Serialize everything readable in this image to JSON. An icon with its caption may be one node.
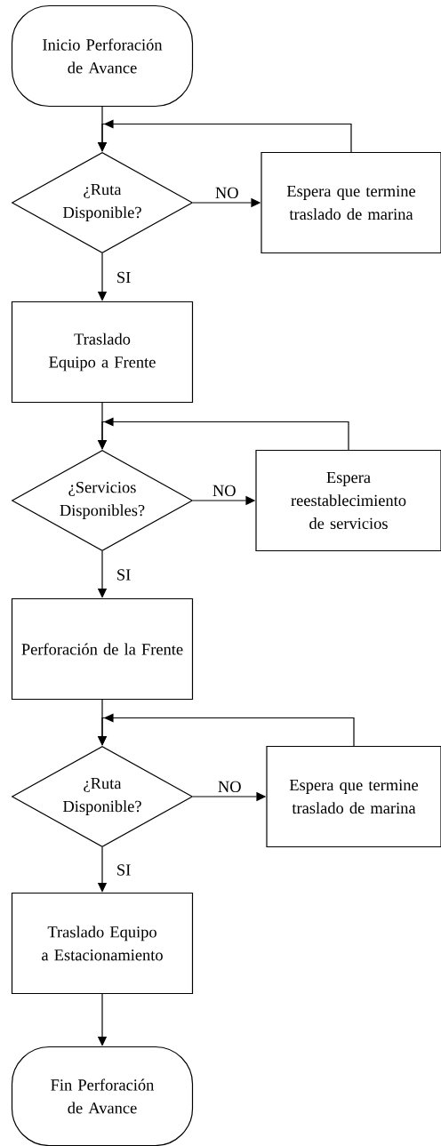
{
  "diagram": {
    "nodes": [
      {
        "text": [
          "Inicio Perforación de Avance"
        ]
      },
      {
        "text": [
          "¿Ruta Disponible?"
        ]
      },
      {
        "text": [
          "Espera que termine traslado de marina"
        ]
      },
      {
        "text": [
          "Traslado Equipo a Frente"
        ]
      },
      {
        "text": [
          "¿Servicios Disponibles?"
        ]
      },
      {
        "text": [
          "Espera reestablecimiento de servicios"
        ]
      },
      {
        "text": [
          "Perforación de la Frente"
        ]
      },
      {
        "text": [
          "¿Ruta Disponible?"
        ]
      },
      {
        "text": [
          "Espera que termine traslado de marina"
        ]
      },
      {
        "text": [
          "Traslado Equipo a Estacionamiento"
        ]
      },
      {
        "text": [
          "Fin Perforación de Avance"
        ]
      }
    ],
    "edges": [
      {
        "from": 0,
        "to": 1,
        "arrow": "to"
      },
      {
        "from": 1,
        "to": 2,
        "arrow": "to",
        "label": "NO"
      },
      {
        "from": 2,
        "to": 1,
        "arrow": "to"
      },
      {
        "from": 1,
        "to": 3,
        "arrow": "to",
        "label": "SI"
      },
      {
        "from": 3,
        "to": 4,
        "arrow": "to"
      },
      {
        "from": 4,
        "to": 5,
        "arrow": "to",
        "label": "NO"
      },
      {
        "from": 5,
        "to": 4,
        "arrow": "to"
      },
      {
        "from": 4,
        "to": 6,
        "arrow": "to",
        "label": "SI"
      },
      {
        "from": 6,
        "to": 7,
        "arrow": "to"
      },
      {
        "from": 7,
        "to": 8,
        "arrow": "to",
        "label": "NO"
      },
      {
        "from": 8,
        "to": 7,
        "arrow": "to"
      },
      {
        "from": 7,
        "to": 9,
        "arrow": "to",
        "label": "SI"
      },
      {
        "from": 9,
        "to": 10,
        "arrow": "to"
      }
    ]
  }
}
